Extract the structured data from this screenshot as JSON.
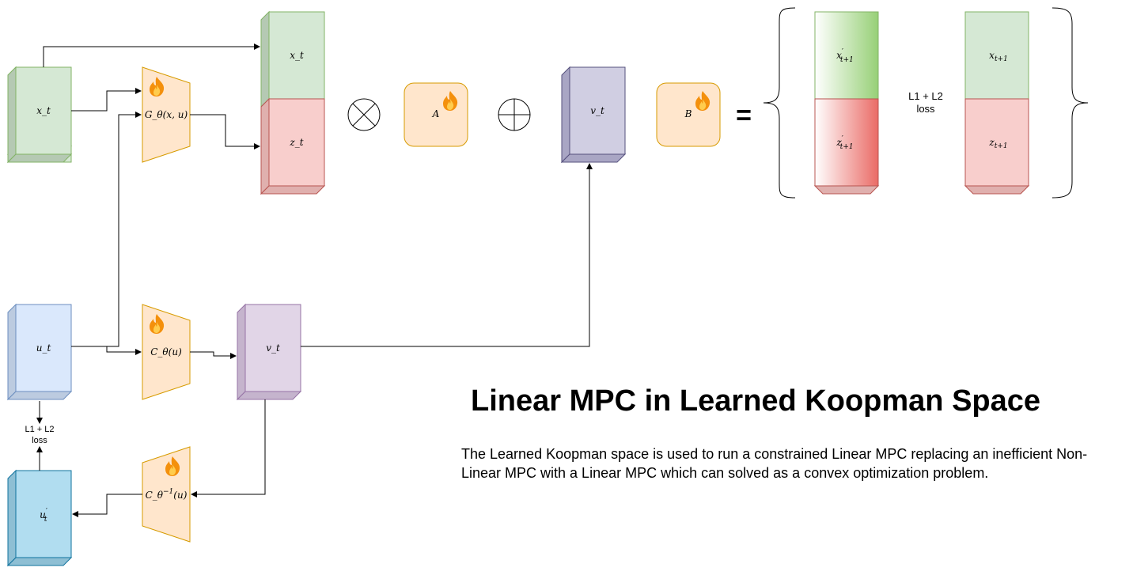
{
  "diagram": {
    "title": "Linear MPC in Learned Koopman Space",
    "description": "The Learned Koopman space is used to run a constrained Linear MPC replacing an inefficient Non-Linear MPC with a Linear MPC which can solved as a convex optimization problem.",
    "nodes": {
      "x_input": "x_t",
      "u_input": "u_t",
      "u_recon_base": "u",
      "u_recon_prime": "′",
      "u_recon_sub": "t",
      "encoder_G": "G_θ(x, u)",
      "encoder_C": "C_θ(u)",
      "decoder_C_inv_base": "C_θ",
      "decoder_C_inv_sup": "−1",
      "decoder_C_inv_arg": "(u)",
      "v_left": "v_t",
      "v_right": "v_t",
      "stack_top": "x_t",
      "stack_bottom": "z_t",
      "matrix_A": "A",
      "matrix_B": "B",
      "pred_top_base": "x",
      "pred_top_sub": "t+1",
      "pred_bottom_base": "z",
      "pred_bottom_sub": "t+1",
      "prime": "′",
      "target_top_base": "x",
      "target_top_sub": "t+1",
      "target_bottom_base": "z",
      "target_bottom_sub": "t+1"
    },
    "operators": {
      "multiply": "⊗",
      "add": "⊕",
      "equals": "="
    },
    "loss_right": [
      "L1 + L2",
      "loss"
    ],
    "loss_left": [
      "L1 + L2",
      "loss"
    ],
    "trainable_icon": "fire-icon",
    "colors": {
      "green_fill": "#d5e8d4",
      "green_stroke": "#82b366",
      "red_fill": "#f8cecc",
      "red_stroke": "#b85450",
      "orange_fill": "#ffe6cc",
      "orange_stroke": "#d79b00",
      "purple_fill": "#e1d5e7",
      "purple_stroke": "#9673a6",
      "slate_fill": "#d0cee2",
      "slate_stroke": "#56517e",
      "blue_fill": "#dae8fc",
      "blue_stroke": "#6c8ebf",
      "cyan_fill": "#b1ddf0",
      "cyan_stroke": "#10739e"
    }
  }
}
